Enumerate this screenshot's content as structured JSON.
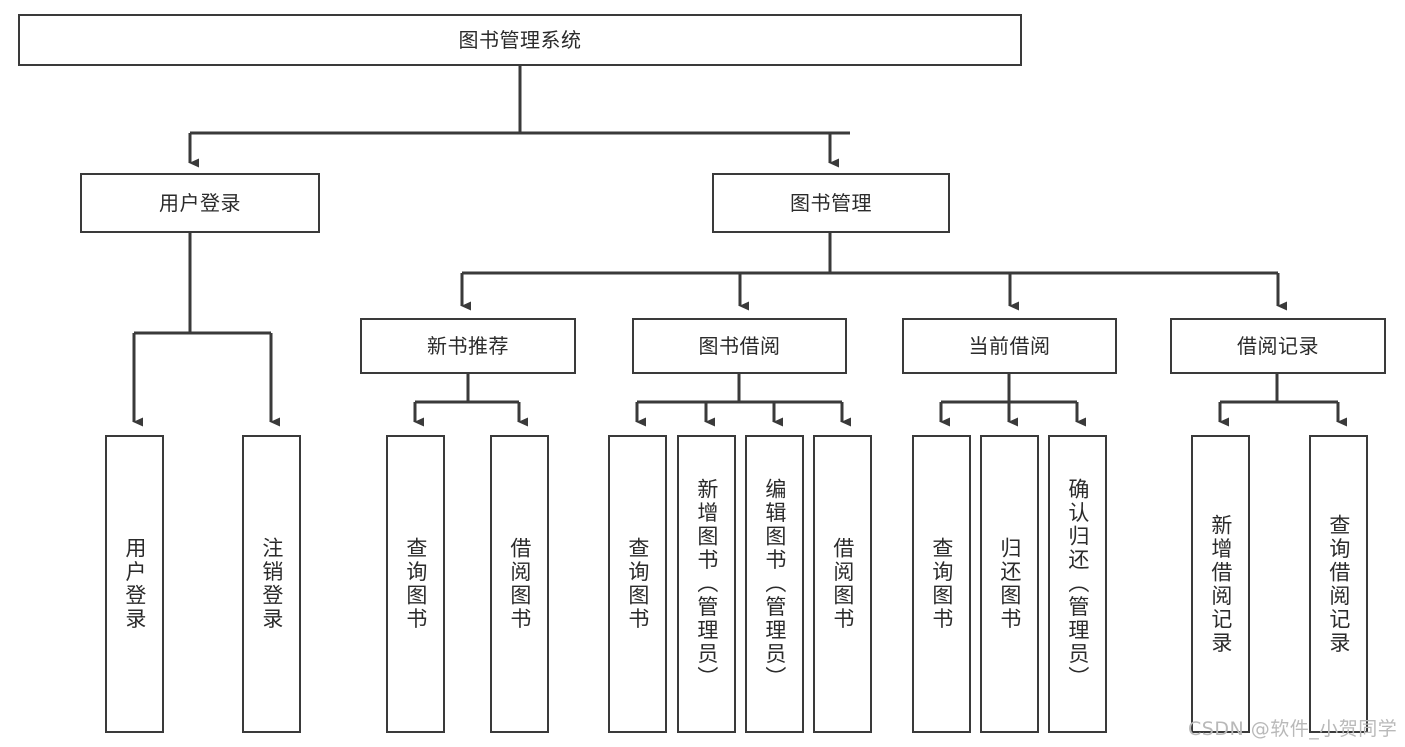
{
  "diagram": {
    "title": "图书管理系统",
    "type": "tree-hierarchy-chart",
    "root": {
      "id": "root",
      "label": "图书管理系统",
      "orientation": "horizontal"
    },
    "level2": [
      {
        "id": "user-login",
        "label": "用户登录",
        "orientation": "horizontal"
      },
      {
        "id": "book-management",
        "label": "图书管理",
        "orientation": "horizontal"
      }
    ],
    "level3": [
      {
        "id": "new-book-recommend",
        "label": "新书推荐",
        "orientation": "horizontal"
      },
      {
        "id": "book-borrow",
        "label": "图书借阅",
        "orientation": "horizontal"
      },
      {
        "id": "current-borrow",
        "label": "当前借阅",
        "orientation": "horizontal"
      },
      {
        "id": "borrow-record",
        "label": "借阅记录",
        "orientation": "horizontal"
      }
    ],
    "leaves": [
      {
        "id": "leaf-user-login",
        "label": "用户登录",
        "parent": "user-login",
        "orientation": "vertical"
      },
      {
        "id": "leaf-user-logout",
        "label": "注销登录",
        "parent": "user-login",
        "orientation": "vertical"
      },
      {
        "id": "leaf-query-book-1",
        "label": "查询图书",
        "parent": "new-book-recommend",
        "orientation": "vertical"
      },
      {
        "id": "leaf-borrow-book-1",
        "label": "借阅图书",
        "parent": "new-book-recommend",
        "orientation": "vertical"
      },
      {
        "id": "leaf-query-book-2",
        "label": "查询图书",
        "parent": "book-borrow",
        "orientation": "vertical"
      },
      {
        "id": "leaf-add-book",
        "label": "新增图书（管理员）",
        "parent": "book-borrow",
        "orientation": "vertical"
      },
      {
        "id": "leaf-edit-book",
        "label": "编辑图书（管理员）",
        "parent": "book-borrow",
        "orientation": "vertical"
      },
      {
        "id": "leaf-borrow-book-2",
        "label": "借阅图书",
        "parent": "book-borrow",
        "orientation": "vertical"
      },
      {
        "id": "leaf-query-book-3",
        "label": "查询图书",
        "parent": "current-borrow",
        "orientation": "vertical"
      },
      {
        "id": "leaf-return-book",
        "label": "归还图书",
        "parent": "current-borrow",
        "orientation": "vertical"
      },
      {
        "id": "leaf-confirm-return",
        "label": "确认归还（管理员）",
        "parent": "current-borrow",
        "orientation": "vertical"
      },
      {
        "id": "leaf-add-record",
        "label": "新增借阅记录",
        "parent": "borrow-record",
        "orientation": "vertical"
      },
      {
        "id": "leaf-query-record",
        "label": "查询借阅记录",
        "parent": "borrow-record",
        "orientation": "vertical"
      }
    ],
    "colors": {
      "stroke": "#3a3a3a",
      "fill": "#ffffff",
      "text": "#2b2b2b",
      "watermark": "#b9b9b9"
    }
  },
  "watermark": {
    "text": "CSDN @软件_小贺同学"
  }
}
